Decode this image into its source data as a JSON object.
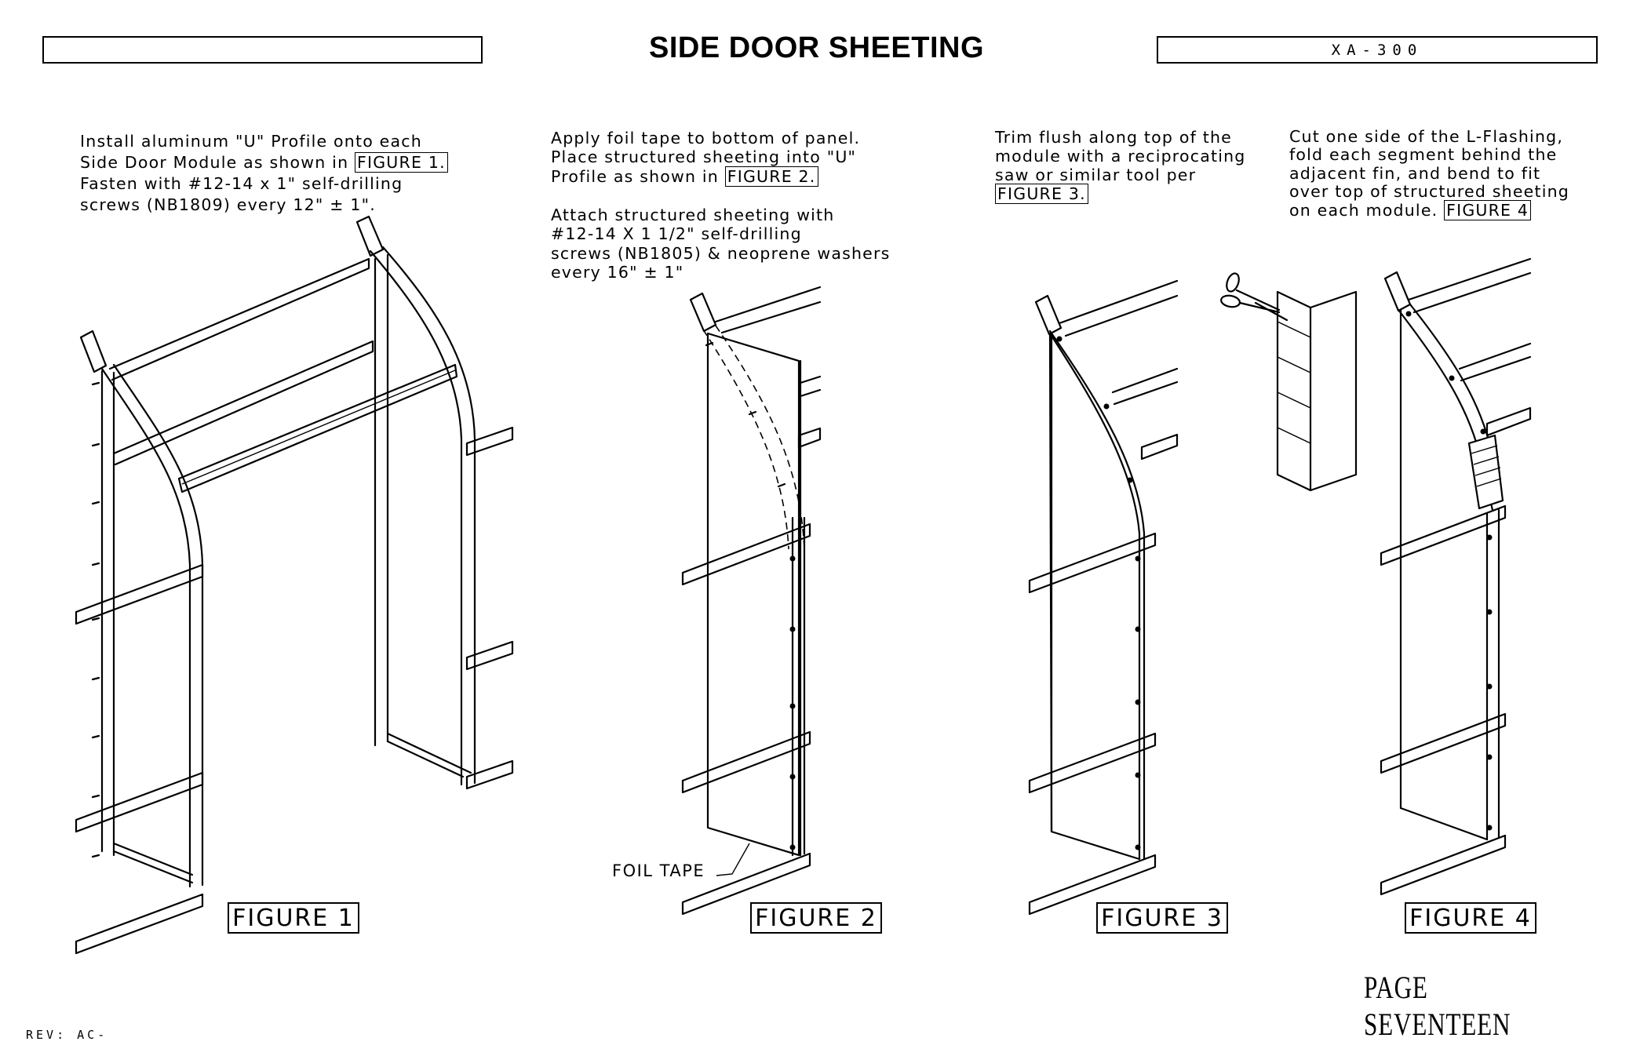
{
  "header": {
    "title": "SIDE DOOR SHEETING",
    "doc_id": "XA-300"
  },
  "steps": [
    {
      "lines": [
        "Install aluminum \"U\" Profile onto each",
        "Side Door Module as shown in "
      ],
      "ref": "FIGURE 1.",
      "lines_after": [
        "Fasten with #12-14 x 1\" self-drilling",
        "screws (NB1809) every 12\" ± 1\"."
      ]
    },
    {
      "lines": [
        "Apply foil tape to bottom of panel.",
        "Place structured sheeting into \"U\"",
        "Profile as shown in "
      ],
      "ref": "FIGURE 2.",
      "lines_after": [
        "",
        "Attach structured sheeting with",
        "#12-14 X 1 1/2\" self-drilling",
        "screws (NB1805) & neoprene washers",
        "every 16\" ± 1\""
      ]
    },
    {
      "lines": [
        "Trim flush along top of the",
        "module with a reciprocating",
        "saw or similar tool per"
      ],
      "ref": "FIGURE 3."
    },
    {
      "lines": [
        "Cut one side of the L-Flashing,",
        "fold each segment behind the",
        "adjacent fin, and bend to fit",
        "over top of structured sheeting",
        "on each module. "
      ],
      "ref": "FIGURE 4"
    }
  ],
  "figures": {
    "fig1": "FIGURE 1",
    "fig2": "FIGURE 2",
    "fig3": "FIGURE 3",
    "fig4": "FIGURE 4"
  },
  "callouts": {
    "foil_tape": "FOIL TAPE"
  },
  "footer": {
    "page": "PAGE SEVENTEEN",
    "rev": "REV: AC-"
  }
}
